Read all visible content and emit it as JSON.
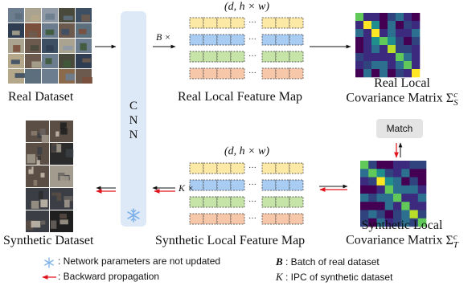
{
  "labels": {
    "real_dataset": "Real Dataset",
    "synthetic_dataset": "Synthetic Dataset",
    "cnn": [
      "C",
      "N",
      "N"
    ],
    "real_feature_map": "Real Local Feature Map",
    "synthetic_feature_map": "Synthetic Local Feature Map",
    "real_cov_line1": "Real Local",
    "real_cov_line2": "Covariance Matrix",
    "real_cov_symbol": "Σ",
    "real_cov_sup": "c",
    "real_cov_sub": "S",
    "syn_cov_line1": "Synthetic Local",
    "syn_cov_line2": "Covariance Matrix",
    "syn_cov_symbol": "Σ",
    "syn_cov_sup": "c",
    "syn_cov_sub": "T",
    "match": "Match",
    "dims_real": "(d, h × w)",
    "dims_syn": "(d, h × w)",
    "batch_real": "B ×",
    "batch_syn": "K ×",
    "ellipsis": "···"
  },
  "legend": {
    "snowflake_text": ": Network parameters are not updated",
    "backward_text": ": Backward propagation",
    "b_symbol": "B",
    "b_text": ": Batch of real dataset",
    "k_symbol": "K",
    "k_text": ": IPC of synthetic dataset"
  },
  "icons": {
    "frozen": "snowflake-icon",
    "backward": "red-arrow-icon"
  },
  "colors": {
    "cnn_block": "#dde9f7",
    "snowflake": "#7fb2ea",
    "row_yellow": "#fde9a6",
    "row_blue": "#a9ccf2",
    "row_green": "#c6e3a8",
    "row_orange": "#f7c7aa",
    "backward_arrow": "#e0141c",
    "forward_arrow": "#111111",
    "match_box": "#e4e4e4"
  }
}
